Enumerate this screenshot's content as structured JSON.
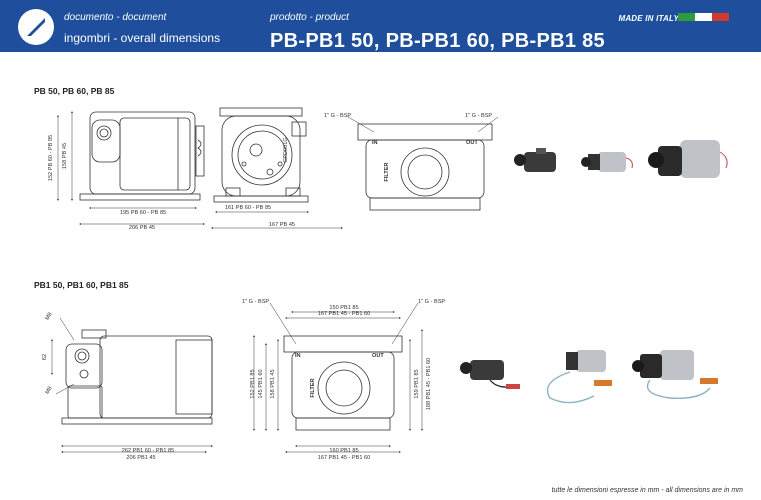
{
  "header": {
    "document_label": "documento - document",
    "document_value": "ingombri - overall dimensions",
    "product_label": "prodotto - product",
    "product_title": "PB-PB1 50, PB-PB1 60, PB-PB1 85",
    "made_in": "MADE IN  ITALY",
    "colors": {
      "bar": "#1f4f9c",
      "flag_green": "#2e9c3c",
      "flag_white": "#ffffff",
      "flag_red": "#d23b2c"
    }
  },
  "sections": [
    {
      "title": "PB 50, PB 60, PB 85",
      "dims": {
        "height_1": "158 PB 45",
        "height_2": "152 PB 60 - PB 85",
        "length_1": "195 PB 60 - PB 85",
        "length_2": "206 PB 45",
        "front_1": "161 PB 60 - PB 85",
        "front_2": "167  PB 45",
        "nameplate": "CPD001G",
        "port_left": "1\" G - BSP",
        "port_right": "1\" G - BSP",
        "body_in": "IN",
        "body_out": "OUT",
        "body_filter": "FILTER"
      }
    },
    {
      "title": "PB1 50, PB1 60, PB1 85",
      "dims": {
        "m8_top": "M8",
        "m8_bottom": "M8",
        "left_62": "62",
        "length_1": "262 PB1 60 - PB1 85",
        "length_2": "206 PB1 45",
        "port_left": "1\" G - BSP",
        "port_right": "1\" G - BSP",
        "top_1": "150 PB1 85",
        "top_2": "167 PB1 45 - PB1 60",
        "h_1": "152 PB1 85",
        "h_2": "145 PB1 60",
        "h_3": "158 PB1 45",
        "r_1": "159 PB1 85",
        "r_2": "188 PB1 45 - PB1 60",
        "bottom_1": "160 PB1 85",
        "bottom_2": "167 PB1 45 - PB1 60",
        "body_in": "IN",
        "body_out": "OUT",
        "body_filter": "FILTER"
      }
    }
  ],
  "footer": "tutte le dimensioni espresse in mm - all dimensions are in mm"
}
